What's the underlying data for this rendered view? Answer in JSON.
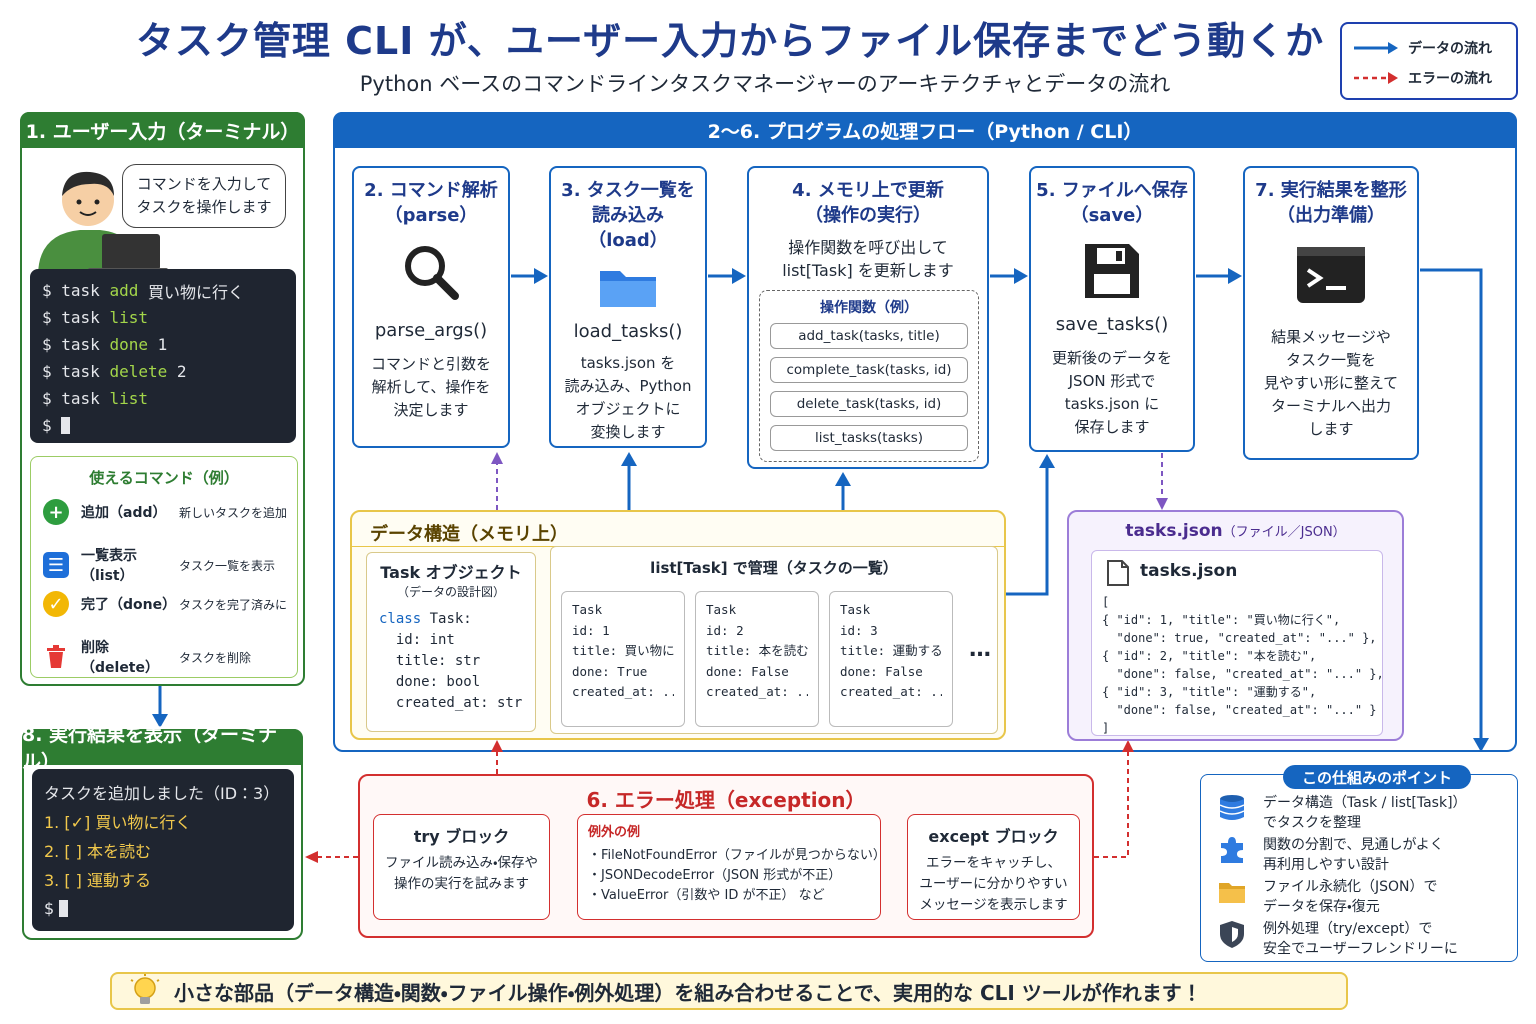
{
  "header": {
    "title": "タスク管理 CLI が、ユーザー入力からファイル保存までどう動くか",
    "subtitle": "Python ベースのコマンドラインタスクマネージャーのアーキテクチャとデータの流れ"
  },
  "legend": {
    "data_flow": "データの流れ",
    "error_flow": "エラーの流れ",
    "data_color": "#1565c0",
    "error_color": "#d32f2f"
  },
  "input_panel": {
    "title": "1. ユーザー入力（ターミナル）",
    "bubble_line1": "コマンドを入力して",
    "bubble_line2": "タスクを操作します",
    "terminal": [
      {
        "p": "$ task ",
        "k": "add",
        "a": " 買い物に行く"
      },
      {
        "p": "$ task ",
        "k": "list",
        "a": ""
      },
      {
        "p": "$ task ",
        "k": "done",
        "a": " 1"
      },
      {
        "p": "$ task ",
        "k": "delete",
        "a": " 2"
      },
      {
        "p": "$ task ",
        "k": "list",
        "a": ""
      }
    ],
    "prompt": "$",
    "commands_title": "使えるコマンド（例）",
    "commands": [
      {
        "name": "追加（add）",
        "desc": "新しいタスクを追加",
        "icon": "plus-icon",
        "color": "#2e9d3f"
      },
      {
        "name": "一覧表示（list）",
        "desc": "タスク一覧を表示",
        "icon": "list-icon",
        "color": "#1e6fd9"
      },
      {
        "name": "完了（done）",
        "desc": "タスクを完了済みに",
        "icon": "check-icon",
        "color": "#f2b705"
      },
      {
        "name": "削除（delete）",
        "desc": "タスクを削除",
        "icon": "trash-icon",
        "color": "#e53935"
      }
    ]
  },
  "output_panel": {
    "title": "8. 実行結果を表示（ターミナル）",
    "lines": [
      "タスクを追加しました（ID：3）",
      "1.  [✓]  買い物に行く",
      "2.  [  ]  本を読む",
      "3.  [  ]  運動する"
    ],
    "prompt": "$"
  },
  "flow": {
    "title": "2〜6. プログラムの処理フロー（Python / CLI）",
    "steps": [
      {
        "title": "2. コマンド解析\n（parse）",
        "fn": "parse_args()",
        "desc": "コマンドと引数を\n解析して、操作を\n決定します",
        "icon": "magnifier-icon"
      },
      {
        "title": "3. タスク一覧を\n読み込み\n（load）",
        "fn": "load_tasks()",
        "desc": "tasks.json を\n読み込み、Python\nオブジェクトに\n変換します",
        "icon": "folder-icon"
      },
      {
        "title": "4. メモリ上で更新\n（操作の実行）",
        "desc": "操作関数を呼び出して\nlist[Task] を更新します",
        "ops_title": "操作関数（例）",
        "ops": [
          "add_task(tasks, title)",
          "complete_task(tasks, id)",
          "delete_task(tasks, id)",
          "list_tasks(tasks)"
        ]
      },
      {
        "title": "5. ファイルへ保存\n（save）",
        "fn": "save_tasks()",
        "desc": "更新後のデータを\nJSON 形式で\ntasks.json に\n保存します",
        "icon": "floppy-icon"
      },
      {
        "title": "7. 実行結果を整形\n（出力準備）",
        "desc": "結果メッセージや\nタスク一覧を\n見やすい形に整えて\nターミナルへ出力\nします",
        "icon": "terminal-icon"
      }
    ]
  },
  "data_structure": {
    "title": "データ構造（メモリ上）",
    "task_obj_title": "Task オブジェクト",
    "task_obj_sub": "（データの設計図）",
    "class_kw": "class",
    "class_lines": [
      "Task:",
      "  id: int",
      "  title: str",
      "  done: bool",
      "  created_at: str"
    ],
    "list_title": "list[Task] で管理（タスクの一覧）",
    "tasks": [
      {
        "head": "Task",
        "id": "id: 1",
        "title": "title: 買い物に行く",
        "done": "done: True",
        "created": "created_at: ..."
      },
      {
        "head": "Task",
        "id": "id: 2",
        "title": "title: 本を読む",
        "done": "done: False",
        "created": "created_at: ..."
      },
      {
        "head": "Task",
        "id": "id: 3",
        "title": "title: 運動する",
        "done": "done: False",
        "created": "created_at: ..."
      }
    ],
    "ellipsis": "…"
  },
  "json_file": {
    "title": "tasks.json",
    "title_sub": "（ファイル／JSON）",
    "filename": "tasks.json",
    "lines": [
      "[",
      "{ \"id\": 1, \"title\": \"買い物に行く\",",
      "  \"done\": true, \"created_at\": \"...\" },",
      "{ \"id\": 2, \"title\": \"本を読む\",",
      "  \"done\": false, \"created_at\": \"...\" },",
      "{ \"id\": 3, \"title\": \"運動する\",",
      "  \"done\": false, \"created_at\": \"...\" }",
      "]"
    ]
  },
  "error": {
    "title": "6. エラー処理（exception）",
    "try_title": "try ブロック",
    "try_desc": "ファイル読み込み・保存や\n操作の実行を試みます",
    "examples_title": "例外の例",
    "examples": [
      "・FileNotFoundError（ファイルが見つからない）",
      "・JSONDecodeError（JSON 形式が不正）",
      "・ValueError（引数や ID が不正） など"
    ],
    "except_title": "except ブロック",
    "except_desc": "エラーをキャッチし、\nユーザーに分かりやすい\nメッセージを表示します"
  },
  "points": {
    "title": "この仕組みのポイント",
    "items": [
      {
        "text": "データ構造（Task / list[Task]）\nでタスクを整理",
        "icon": "database-icon"
      },
      {
        "text": "関数の分割で、見通しがよく\n再利用しやすい設計",
        "icon": "puzzle-icon"
      },
      {
        "text": "ファイル永続化（JSON）で\nデータを保存・復元",
        "icon": "folder-icon"
      },
      {
        "text": "例外処理（try/except）で\n安全でユーザーフレンドリーに",
        "icon": "shield-icon"
      }
    ]
  },
  "footer": {
    "text": "小さな部品（データ構造・関数・ファイル操作・例外処理）を組み合わせることで、実用的な CLI ツールが作れます！",
    "icon": "lightbulb-icon"
  }
}
